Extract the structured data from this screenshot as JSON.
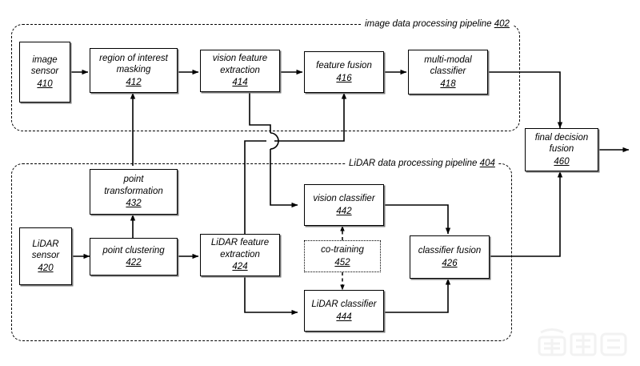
{
  "diagram": {
    "title": "Image and LiDAR data processing pipelines with decision fusion",
    "figure_colors": {
      "line": "#000000",
      "box_fill": "#ffffff",
      "shadow": "#7a7a7a",
      "background": "#ffffff",
      "watermark": "#ebebeb"
    },
    "pipelines": [
      {
        "id": "image-pipeline",
        "label": "image data processing pipeline",
        "ref": "402"
      },
      {
        "id": "lidar-pipeline",
        "label": "LiDAR data processing pipeline",
        "ref": "404"
      }
    ],
    "nodes": [
      {
        "id": "image-sensor",
        "label": "image\nsensor",
        "ref": "410",
        "style": "solid"
      },
      {
        "id": "region-of-interest-masking",
        "label": "region of interest\nmasking",
        "ref": "412",
        "style": "solid"
      },
      {
        "id": "vision-feature-extraction",
        "label": "vision feature\nextraction",
        "ref": "414",
        "style": "solid"
      },
      {
        "id": "feature-fusion",
        "label": "feature fusion",
        "ref": "416",
        "style": "solid"
      },
      {
        "id": "multi-modal-classifier",
        "label": "multi-modal\nclassifier",
        "ref": "418",
        "style": "solid"
      },
      {
        "id": "lidar-sensor",
        "label": "LiDAR\nsensor",
        "ref": "420",
        "style": "solid"
      },
      {
        "id": "point-clustering",
        "label": "point clustering",
        "ref": "422",
        "style": "solid"
      },
      {
        "id": "lidar-feature-extraction",
        "label": "LiDAR feature\nextraction",
        "ref": "424",
        "style": "solid"
      },
      {
        "id": "classifier-fusion",
        "label": "classifier fusion",
        "ref": "426",
        "style": "solid"
      },
      {
        "id": "point-transformation",
        "label": "point\ntransformation",
        "ref": "432",
        "style": "solid"
      },
      {
        "id": "vision-classifier",
        "label": "vision classifier",
        "ref": "442",
        "style": "solid"
      },
      {
        "id": "lidar-classifier",
        "label": "LiDAR classifier",
        "ref": "444",
        "style": "solid"
      },
      {
        "id": "co-training",
        "label": "co-training",
        "ref": "452",
        "style": "dotted"
      },
      {
        "id": "final-decision-fusion",
        "label": "final decision\nfusion",
        "ref": "460",
        "style": "solid"
      }
    ],
    "edges": [
      {
        "from": "image-sensor",
        "to": "region-of-interest-masking",
        "style": "solid"
      },
      {
        "from": "region-of-interest-masking",
        "to": "vision-feature-extraction",
        "style": "solid"
      },
      {
        "from": "vision-feature-extraction",
        "to": "feature-fusion",
        "style": "solid"
      },
      {
        "from": "feature-fusion",
        "to": "multi-modal-classifier",
        "style": "solid"
      },
      {
        "from": "multi-modal-classifier",
        "to": "final-decision-fusion",
        "style": "solid"
      },
      {
        "from": "lidar-sensor",
        "to": "point-clustering",
        "style": "solid"
      },
      {
        "from": "point-clustering",
        "to": "lidar-feature-extraction",
        "style": "solid"
      },
      {
        "from": "point-clustering",
        "to": "point-transformation",
        "style": "solid"
      },
      {
        "from": "point-transformation",
        "to": "region-of-interest-masking",
        "style": "solid"
      },
      {
        "from": "lidar-feature-extraction",
        "to": "feature-fusion",
        "style": "solid"
      },
      {
        "from": "lidar-feature-extraction",
        "to": "lidar-classifier",
        "style": "solid"
      },
      {
        "from": "vision-feature-extraction",
        "to": "vision-classifier",
        "style": "solid"
      },
      {
        "from": "vision-classifier",
        "to": "classifier-fusion",
        "style": "solid"
      },
      {
        "from": "lidar-classifier",
        "to": "classifier-fusion",
        "style": "solid"
      },
      {
        "from": "co-training",
        "to": "vision-classifier",
        "style": "dashed"
      },
      {
        "from": "co-training",
        "to": "lidar-classifier",
        "style": "dashed"
      },
      {
        "from": "classifier-fusion",
        "to": "final-decision-fusion",
        "style": "solid"
      },
      {
        "from": "final-decision-fusion",
        "to": "output",
        "style": "solid"
      }
    ]
  }
}
